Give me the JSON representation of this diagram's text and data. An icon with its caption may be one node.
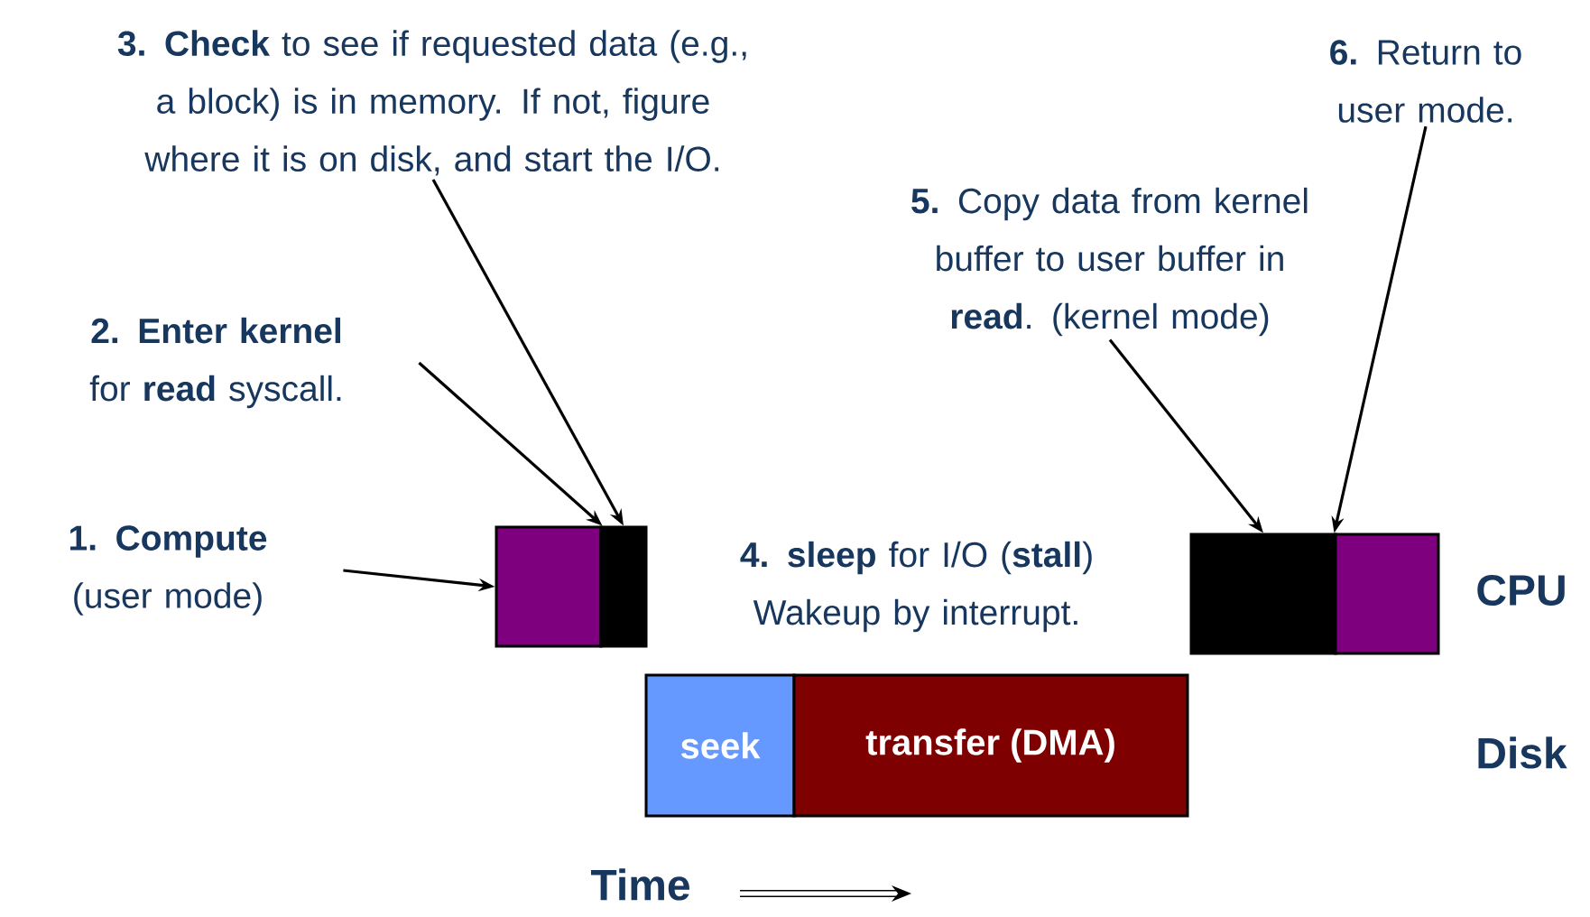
{
  "diagram": {
    "nodes": [
      {
        "text": [
          "1. Compute",
          "(user mode)"
        ]
      },
      {
        "text": [
          "2. Enter kernel",
          "for **read** syscall."
        ]
      },
      {
        "text": [
          "**3. Check** to see if requested data (e.g., a block) is in memory.  If not, figure where it is on disk, and start the I/O."
        ]
      },
      {
        "text": [
          "**4. sleep** for I/O (**stall**) Wakeup by interrupt."
        ]
      },
      {
        "text": [
          "**5.** Copy data from kernel buffer to user buffer in **read**. (kernel mode)"
        ]
      },
      {
        "text": [
          "**6.** Return to user mode."
        ]
      },
      {
        "text": [],
        "shape": "box"
      },
      {
        "text": [],
        "shape": "box"
      },
      {
        "text": [],
        "shape": "box"
      },
      {
        "text": [],
        "shape": "box"
      },
      {
        "text": [
          "seek"
        ]
      },
      {
        "text": [
          "transfer (DMA)"
        ]
      }
    ],
    "edges": [
      {
        "from": 0,
        "to": 6,
        "arrow": "to"
      },
      {
        "from": 1,
        "to": 6,
        "arrow": "to"
      },
      {
        "from": 2,
        "to": 7,
        "arrow": "to"
      },
      {
        "from": 4,
        "to": 8,
        "arrow": "to"
      },
      {
        "from": 5,
        "to": 9,
        "arrow": "to"
      }
    ],
    "labels": [
      "CPU",
      "Disk",
      "Time"
    ]
  }
}
